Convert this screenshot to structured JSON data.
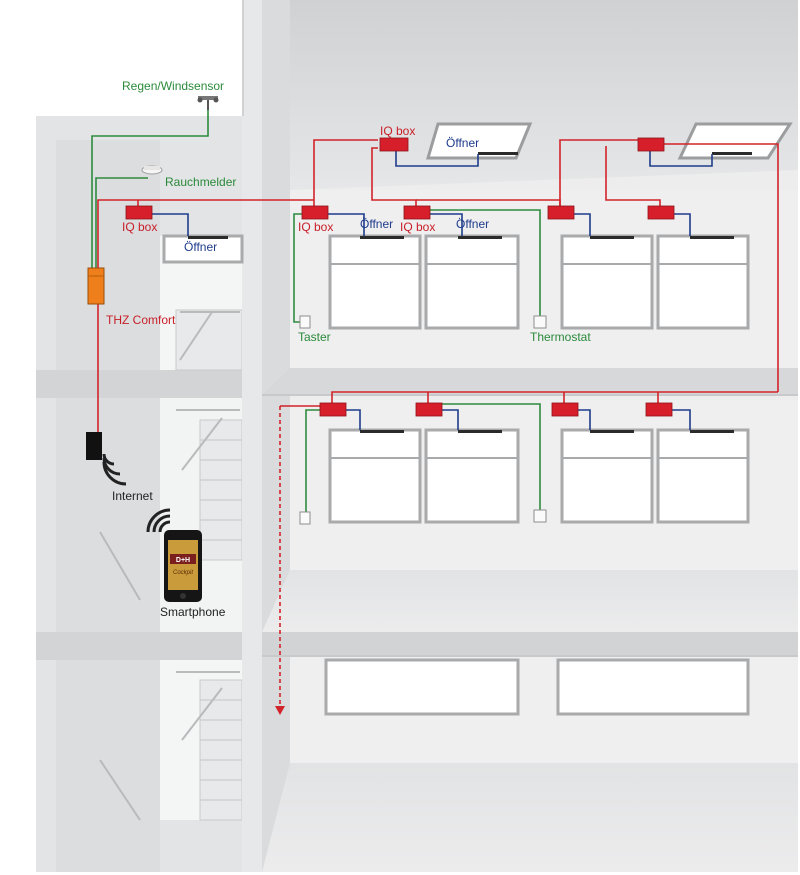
{
  "labels": {
    "regen_windsensor": "Regen/Windsensor",
    "rauchmelder": "Rauchmelder",
    "thz_comfort": "THZ Comfort",
    "internet": "Internet",
    "smartphone": "Smartphone",
    "taster": "Taster",
    "thermostat": "Thermostat",
    "iq_box": "IQ box",
    "oeffner": "Öffner",
    "phone_brand": "D+H",
    "phone_app": "Cockpit"
  },
  "colors": {
    "power_line": "#d2232a",
    "signal_line": "#1f3c8c",
    "sensor_line": "#2e8b3e",
    "sensor_text": "#2a8a3b",
    "iq_box_fill": "#d61f2b",
    "controller_fill": "#ef7f1a",
    "oeffner_text": "#1f3c8c",
    "iq_text": "#c81e28",
    "thz_text": "#c81e28"
  },
  "icons": [
    "rain-wind-sensor-icon",
    "smoke-detector-icon",
    "wireless-signal-icon",
    "smartphone-icon",
    "router-icon"
  ]
}
